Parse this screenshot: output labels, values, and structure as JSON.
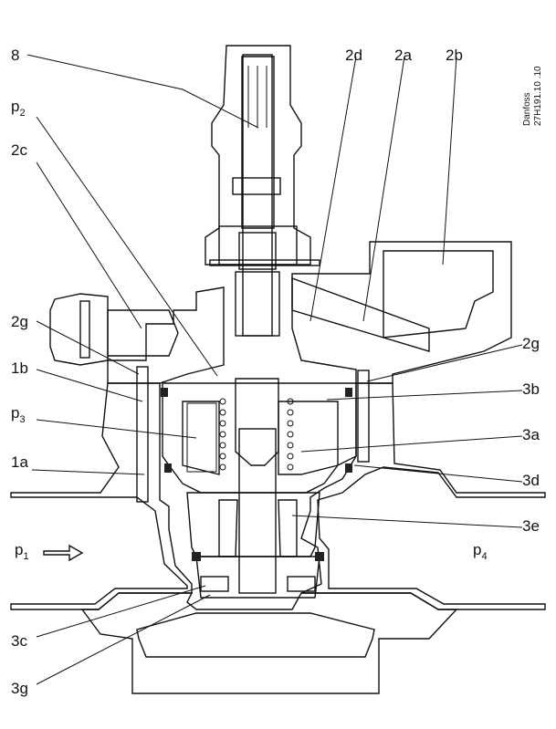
{
  "brand": {
    "company": "Danfoss",
    "code": "27H191.10 .10"
  },
  "labels": {
    "l8": "8",
    "l2d": "2d",
    "l2a": "2a",
    "l2b": "2b",
    "l2c": "2c",
    "l2g_left": "2g",
    "l2g_right": "2g",
    "l1b": "1b",
    "l1a": "1a",
    "l3b": "3b",
    "l3a": "3a",
    "l3d": "3d",
    "l3e": "3e",
    "l3c": "3c",
    "l3g": "3g"
  },
  "pressures": {
    "p2": {
      "base": "p",
      "sub": "2"
    },
    "p3": {
      "base": "p",
      "sub": "3"
    },
    "p1": {
      "base": "p",
      "sub": "1"
    },
    "p4": {
      "base": "p",
      "sub": "4"
    }
  },
  "colors": {
    "line": "#111111",
    "background": "#ffffff"
  }
}
